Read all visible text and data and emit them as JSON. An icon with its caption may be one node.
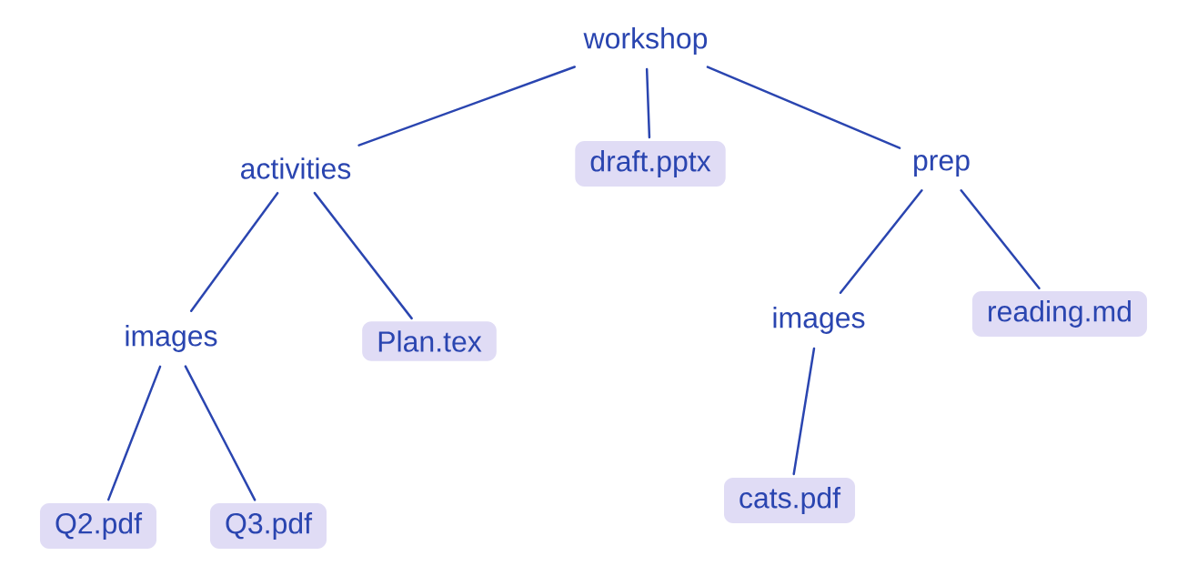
{
  "diagram": {
    "nodes": [
      {
        "text": [
          "workshop"
        ]
      },
      {
        "text": [
          "activities"
        ]
      },
      {
        "text": [
          "draft.pptx"
        ]
      },
      {
        "text": [
          "prep"
        ]
      },
      {
        "text": [
          "images"
        ]
      },
      {
        "text": [
          "Plan.tex"
        ]
      },
      {
        "text": [
          "Q2.pdf"
        ]
      },
      {
        "text": [
          "Q3.pdf"
        ]
      },
      {
        "text": [
          "images"
        ]
      },
      {
        "text": [
          "reading.md"
        ]
      },
      {
        "text": [
          "cats.pdf"
        ]
      }
    ],
    "edges": [
      {
        "from": 0,
        "to": 1,
        "arrow": "none"
      },
      {
        "from": 0,
        "to": 2,
        "arrow": "none"
      },
      {
        "from": 0,
        "to": 3,
        "arrow": "none"
      },
      {
        "from": 1,
        "to": 4,
        "arrow": "none"
      },
      {
        "from": 1,
        "to": 5,
        "arrow": "none"
      },
      {
        "from": 4,
        "to": 6,
        "arrow": "none"
      },
      {
        "from": 4,
        "to": 7,
        "arrow": "none"
      },
      {
        "from": 3,
        "to": 8,
        "arrow": "none"
      },
      {
        "from": 3,
        "to": 9,
        "arrow": "none"
      },
      {
        "from": 8,
        "to": 10,
        "arrow": "none"
      }
    ]
  }
}
